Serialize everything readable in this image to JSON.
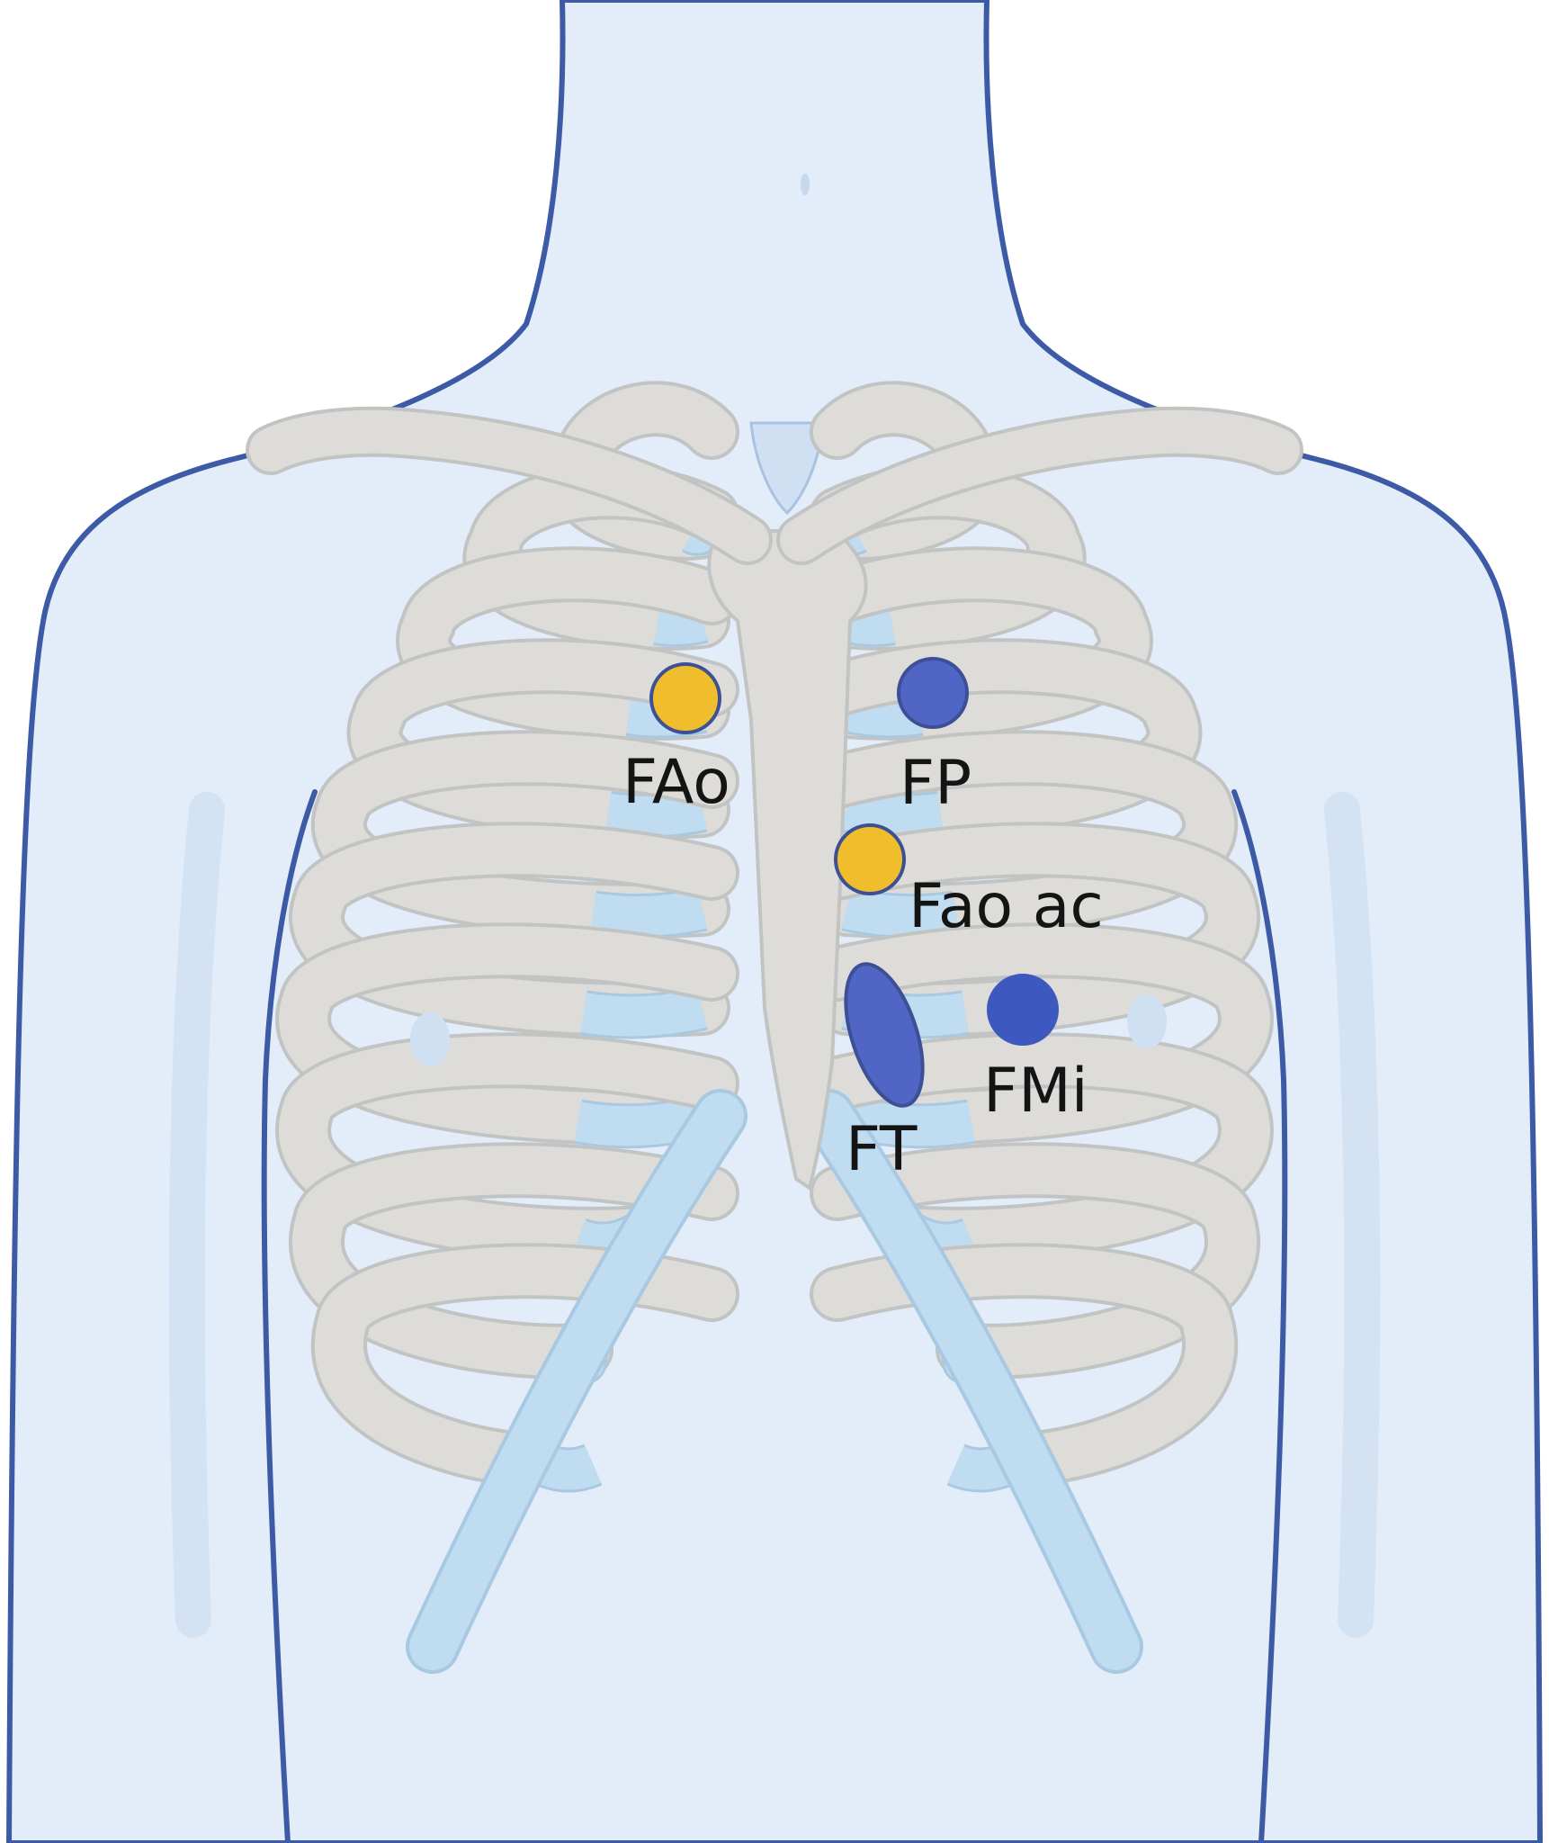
{
  "colors": {
    "background": "#ffffff",
    "skin": "#e2edf9",
    "skin_shadow": "#cfe0f3",
    "outline": "#3d5aa6",
    "bone": "#dddcd8",
    "bone_outline": "#c2c4c4",
    "cartilage": "#bfdcf0",
    "cartilage_outline": "#a9c9e3",
    "aortic_marker": "#f0bd2d",
    "blue_marker": "#5166c4",
    "mitral_marker": "#3d59bf",
    "label_text": "#141414"
  },
  "markers": [
    {
      "id": "aortic",
      "label": "FAo",
      "shape": "circle",
      "color": "#f0bd2d",
      "icon": "yellow-circle-marker"
    },
    {
      "id": "pulmonary",
      "label": "FP",
      "shape": "circle",
      "color": "#5166c4",
      "icon": "blue-circle-marker"
    },
    {
      "id": "accessory-aortic",
      "label": "Fao ac",
      "shape": "circle",
      "color": "#f0bd2d",
      "icon": "yellow-circle-marker"
    },
    {
      "id": "tricuspid",
      "label": "FT",
      "shape": "ellipse",
      "color": "#5166c4",
      "icon": "blue-ellipse-marker"
    },
    {
      "id": "mitral",
      "label": "FMi",
      "shape": "circle",
      "color": "#3d59bf",
      "icon": "blue-circle-marker"
    }
  ]
}
